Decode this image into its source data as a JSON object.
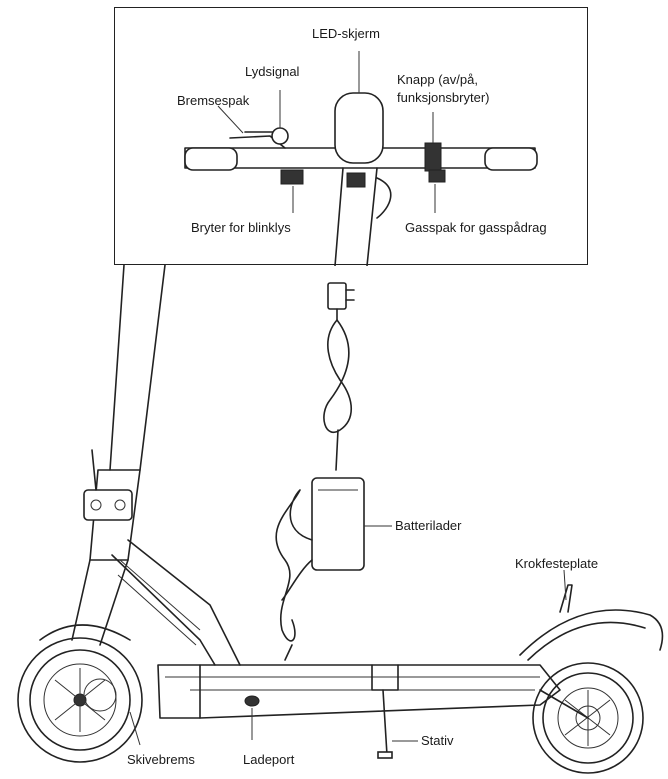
{
  "labels": {
    "led_skjerm": "LED-skjerm",
    "lydsignal": "Lydsignal",
    "knapp_line1": "Knapp (av/på,",
    "knapp_line2": "funksjonsbryter)",
    "bremsespak": "Bremsespak",
    "bryter_blinklys": "Bryter for blinklys",
    "gasspak": "Gasspak for gasspådrag",
    "batterilader": "Batterilader",
    "krokfesteplate": "Krokfesteplate",
    "skivebrems": "Skivebrems",
    "ladeport": "Ladeport",
    "stativ": "Stativ"
  }
}
